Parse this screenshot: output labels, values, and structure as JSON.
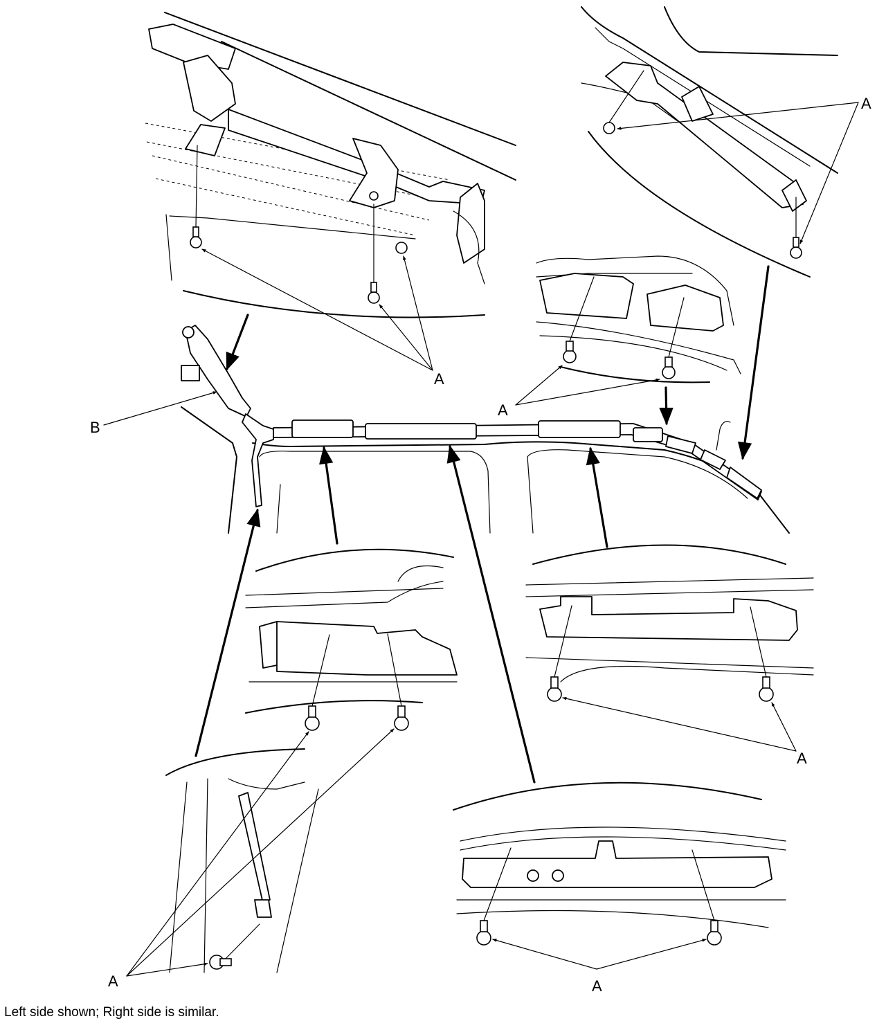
{
  "callouts": {
    "fastener": "A",
    "component": "B"
  },
  "caption": "Left side shown; Right side is similar."
}
